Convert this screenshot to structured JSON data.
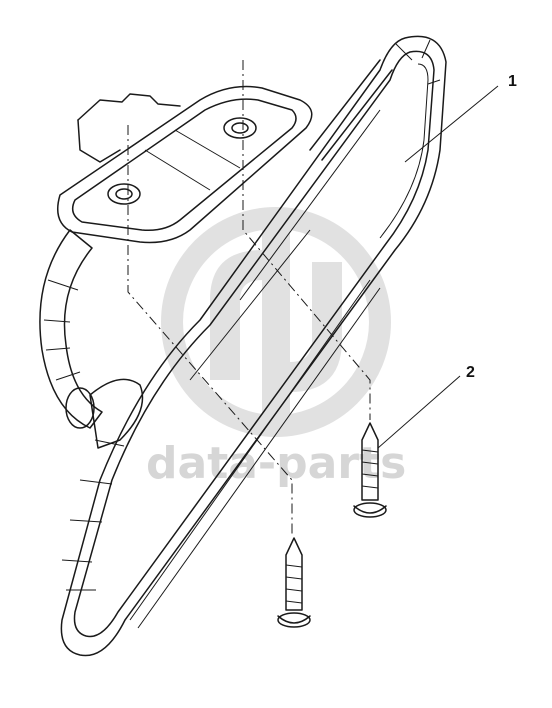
{
  "diagram": {
    "callouts": [
      {
        "id": "1",
        "label": "1"
      },
      {
        "id": "2",
        "label": "2"
      }
    ]
  },
  "watermark": {
    "text": "data-parts",
    "color": "#c9c9c9"
  },
  "colors": {
    "line": "#1a1a1a",
    "background": "#ffffff"
  }
}
